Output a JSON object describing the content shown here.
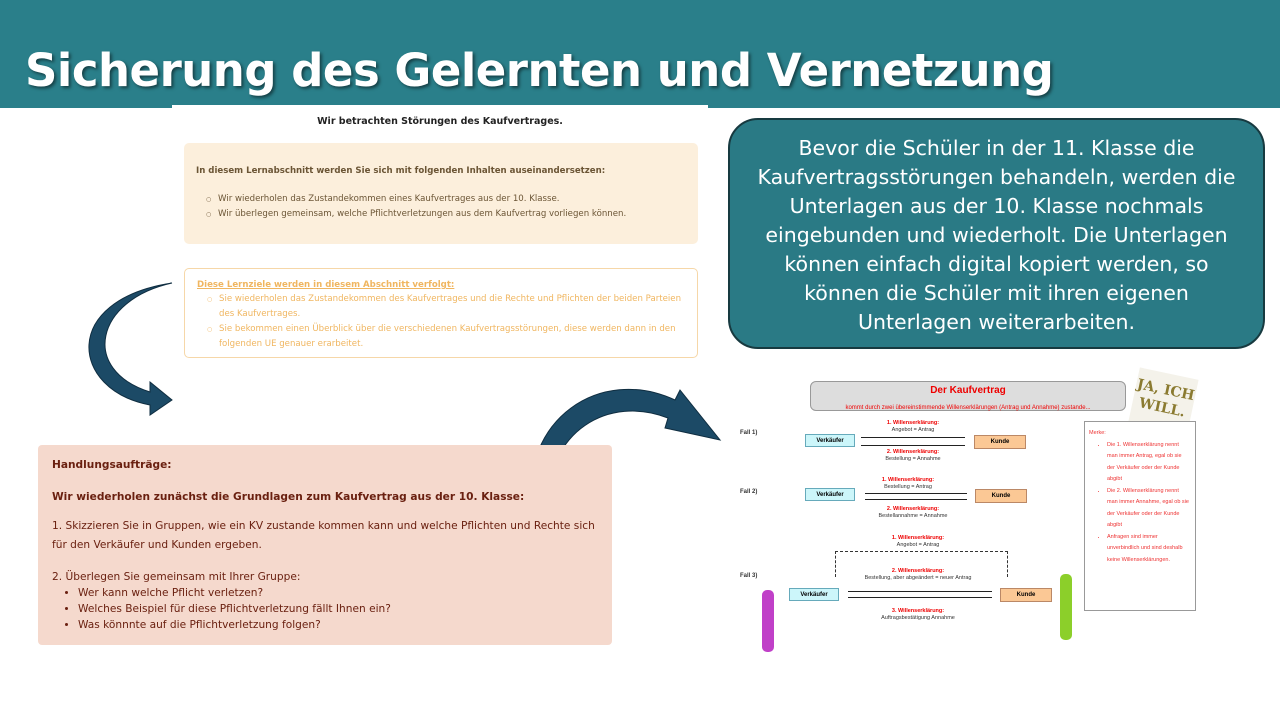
{
  "slide_title": "Sicherung des Gelernten und Vernetzung",
  "panel": {
    "heading": "Wir betrachten Störungen des Kaufvertrages.",
    "box1": {
      "title": "In diesem Lernabschnitt werden Sie sich mit folgenden Inhalten auseinandersetzen:",
      "items": [
        "Wir wiederholen das Zustandekommen eines Kaufvertrages aus der 10. Klasse.",
        "Wir überlegen gemeinsam, welche Pflichtverletzungen aus dem Kaufvertrag vorliegen können."
      ]
    },
    "box2": {
      "title": "Diese Lernziele werden in diesem Abschnitt verfolgt:",
      "items": [
        "Sie wiederholen das Zustandekommen des Kaufvertrages und die Rechte und Pflichten der beiden Parteien des Kaufvertrages.",
        "Sie bekommen einen Überblick über die verschiedenen Kaufvertragsstörungen, diese werden dann in den folgenden UE genauer erarbeitet."
      ]
    }
  },
  "callout": "Bevor die Schüler in der 11. Klasse die Kaufvertragsstörungen behandeln, werden die Unterlagen aus der 10. Klasse nochmals eingebunden und wiederholt. Die Unterlagen können einfach digital kopiert werden, so können die Schüler mit ihren eigenen Unterlagen weiterarbeiten.",
  "tasks": {
    "title": "Handlungsaufträge:",
    "subtitle": "Wir wiederholen zunächst die Grundlagen zum Kaufvertrag aus der 10. Klasse:",
    "task1": "1. Skizzieren Sie in Gruppen, wie ein KV zustande kommen kann und welche Pflichten und Rechte sich für den Verkäufer und Kunden ergeben.",
    "task2": "2. Überlegen Sie gemeinsam mit Ihrer Gruppe:",
    "bullets": [
      "Wer kann welche Pflicht verletzen?",
      "Welches Beispiel für diese Pflichtverletzung fällt Ihnen ein?",
      "Was könnnte auf die Pflichtverletzung folgen?"
    ]
  },
  "diagram": {
    "title": "Der Kaufvertrag",
    "subtitle": "kommt durch zwei übereinstimmende Willenserklärungen (Antrag und Annahme) zustande...",
    "seller": "Verkäufer",
    "customer": "Kunde",
    "note": "JA, ICH WILL.",
    "cases": [
      {
        "label": "Fall 1)",
        "first": "1. Willenserklärung:",
        "first_text": "Angebot = Antrag",
        "second": "2. Willenserklärung:",
        "second_text": "Bestellung = Annahme"
      },
      {
        "label": "Fall 2)",
        "first": "1. Willenserklärung:",
        "first_text": "Bestellung = Antrag",
        "second": "2. Willenserklärung:",
        "second_text": "Bestellannahme = Annahme"
      },
      {
        "label": "Fall 3)",
        "first": "1. Willenserklärung:",
        "first_text": "Angebot = Antrag",
        "second": "2. Willenserklärung:",
        "second_text": "Bestellung, aber abgeändert = neuer Antrag",
        "third": "3. Willenserklärung:",
        "third_text": "Auftragsbestätigung Annahme"
      }
    ],
    "merke_title": "Merke:",
    "merke": [
      "Die 1. Willenserklärung nennt man immer Antrag, egal ob sie der Verkäufer oder der Kunde abgibt",
      "Die 2. Willenserklärung nennt man immer Annahme, egal ob sie der Verkäufer oder der Kunde abgibt",
      "Anfragen sind immer unverbindlich und sind deshalb keine Willenserklärungen."
    ]
  }
}
